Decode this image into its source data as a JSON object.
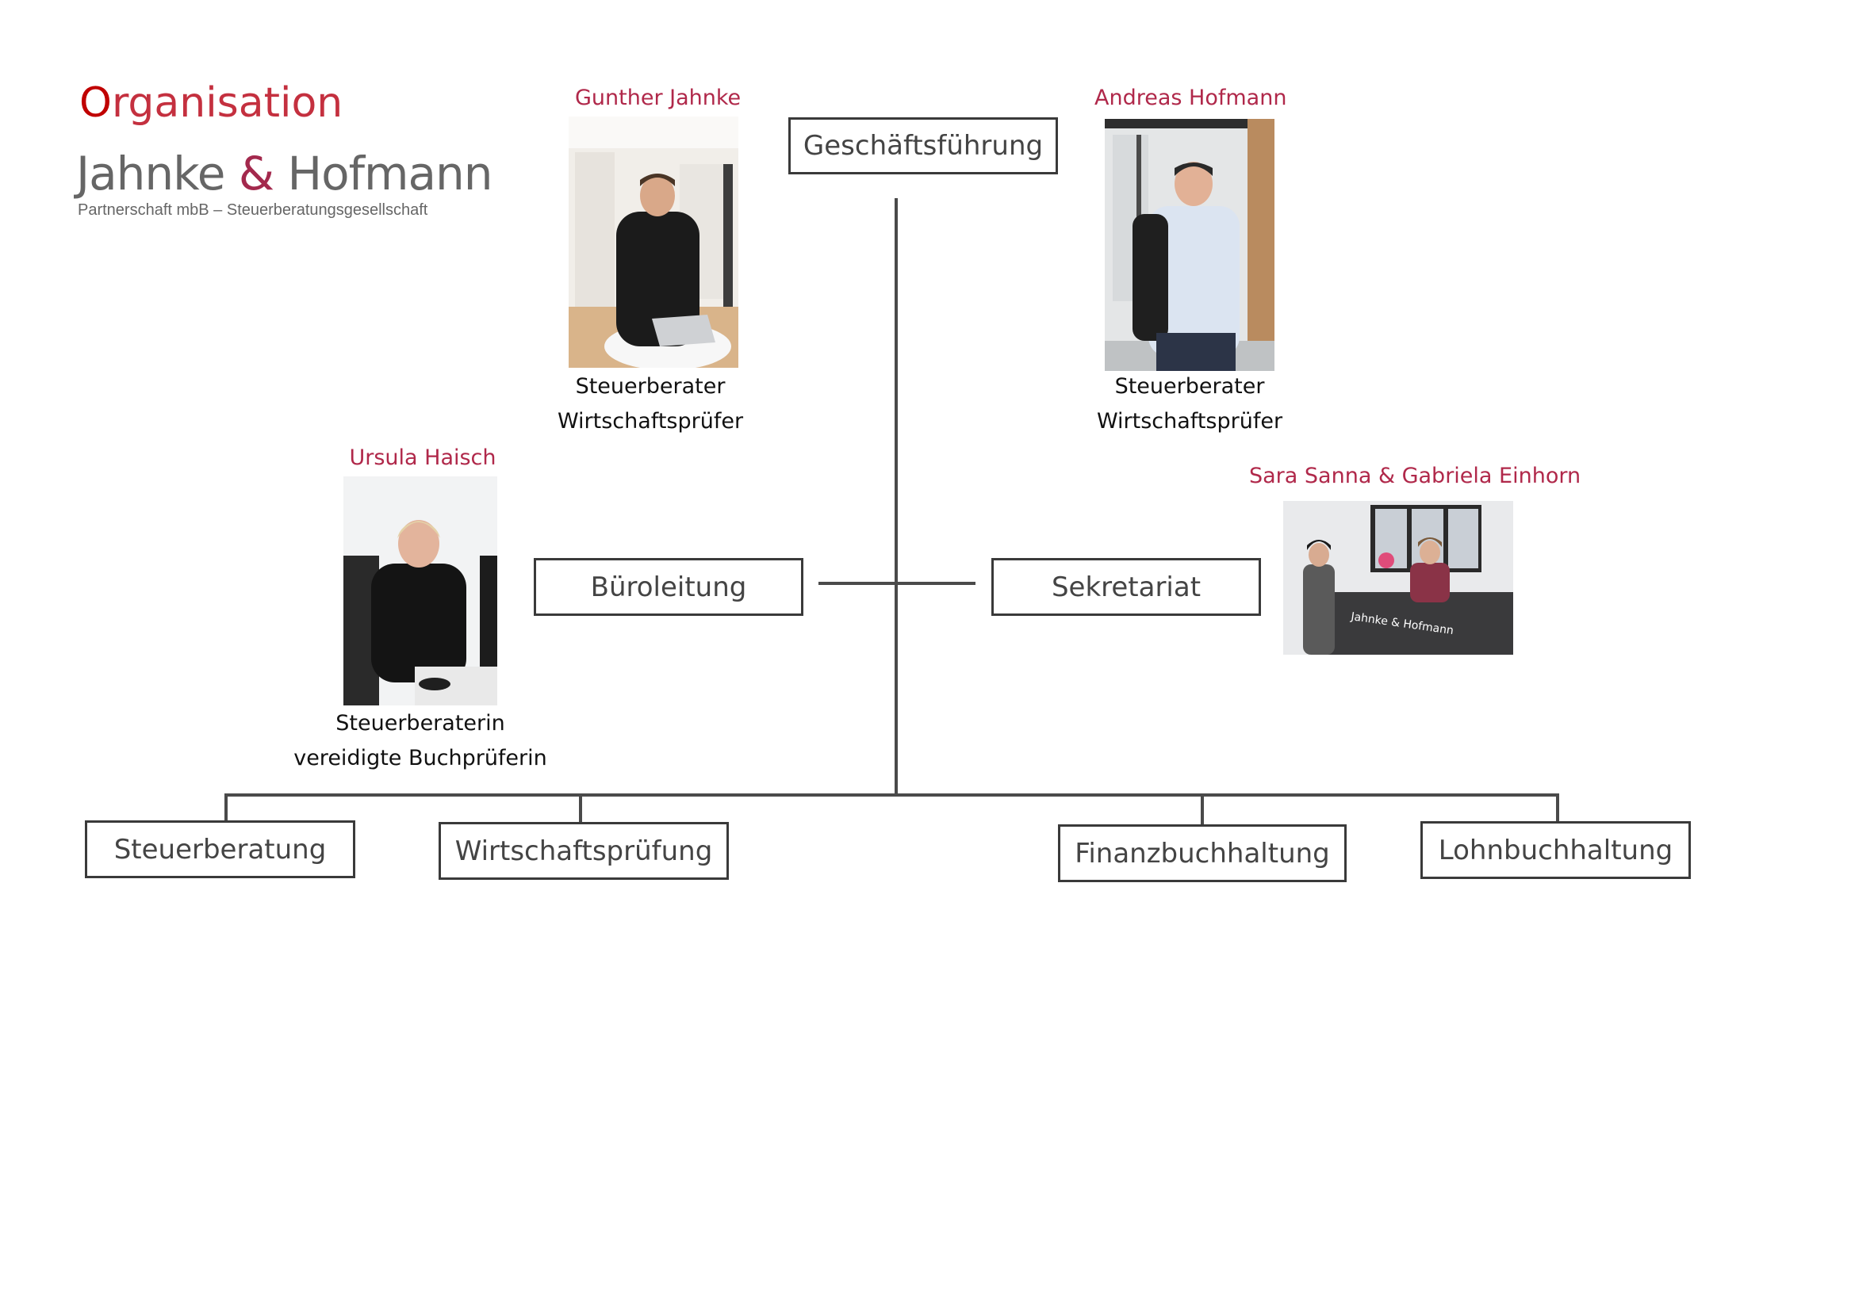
{
  "header": {
    "title": "Organisation",
    "title_first_letter": "O",
    "title_rest": "rganisation"
  },
  "logo": {
    "wordmark_left": "Jahnke ",
    "wordmark_amp": "&",
    "wordmark_right": " Hofmann",
    "tagline": "Partnerschaft mbB – Steuerberatungsgesellschaft"
  },
  "people": {
    "jahnke": {
      "name": "Gunther Jahnke",
      "line1": "Steuerberater",
      "line2": "Wirtschaftsprüfer"
    },
    "hofmann": {
      "name": "Andreas Hofmann",
      "line1": "Steuerberater",
      "line2": "Wirtschaftsprüfer"
    },
    "haisch": {
      "name": "Ursula Haisch",
      "line1": "Steuerberaterin",
      "line2": "vereidigte Buchprüferin"
    },
    "sekretariat": {
      "name": "Sara Sanna & Gabriela Einhorn",
      "desk_text": "Jahnke & Hofmann"
    }
  },
  "boxes": {
    "geschaeftsfuehrung": "Geschäftsführung",
    "bueroleitung": "Büroleitung",
    "sekretariat": "Sekretariat",
    "steuerberatung": "Steuerberatung",
    "wirtschaftspruefung": "Wirtschaftsprüfung",
    "finanzbuchhaltung": "Finanzbuchhaltung",
    "lohnbuchhaltung": "Lohnbuchhaltung"
  },
  "colors": {
    "accent": "#b0284a",
    "title_red": "#c00000",
    "line": "#4a4a4a",
    "box_border": "#3a3a3a",
    "box_text": "#444444"
  }
}
